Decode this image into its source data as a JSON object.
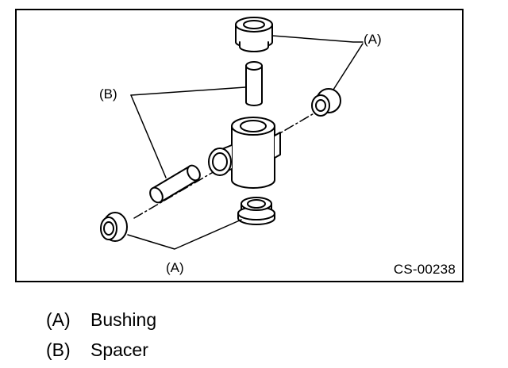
{
  "figure": {
    "callout_a": "(A)",
    "callout_b": "(B)",
    "code": "CS-00238"
  },
  "legend": [
    {
      "key": "(A)",
      "label": "Bushing"
    },
    {
      "key": "(B)",
      "label": "Spacer"
    }
  ]
}
